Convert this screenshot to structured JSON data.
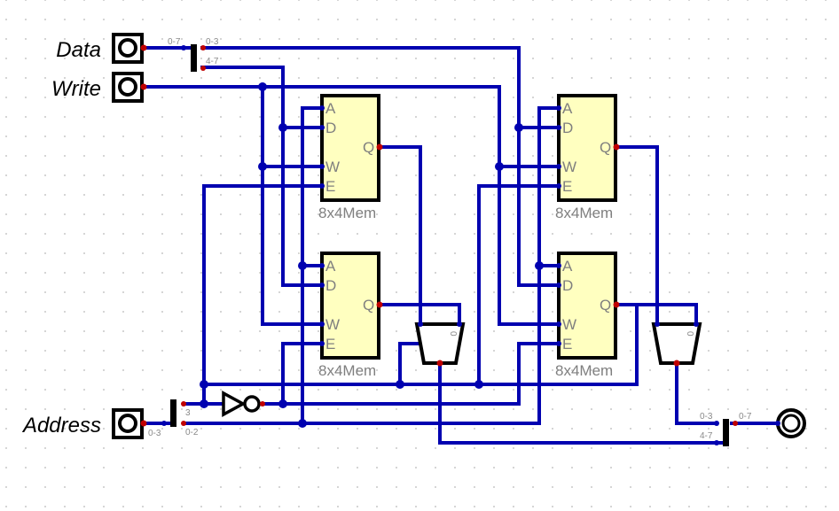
{
  "inputs": {
    "data": {
      "label": "Data"
    },
    "write": {
      "label": "Write"
    },
    "address": {
      "label": "Address"
    }
  },
  "splitters": {
    "data_split": {
      "in": "0-7",
      "out_low": "0-3",
      "out_high": "4-7"
    },
    "address_split": {
      "in": "0-3",
      "out_high": "3",
      "out_low": "0-2"
    },
    "output_merge": {
      "in_low": "0-3",
      "in_high": "4-7",
      "out": "0-7"
    }
  },
  "memories": [
    {
      "name": "8x4Mem",
      "pins": {
        "a": "A",
        "d": "D",
        "w": "W",
        "e": "E",
        "q": "Q"
      }
    },
    {
      "name": "8x4Mem",
      "pins": {
        "a": "A",
        "d": "D",
        "w": "W",
        "e": "E",
        "q": "Q"
      }
    },
    {
      "name": "8x4Mem",
      "pins": {
        "a": "A",
        "d": "D",
        "w": "W",
        "e": "E",
        "q": "Q"
      }
    },
    {
      "name": "8x4Mem",
      "pins": {
        "a": "A",
        "d": "D",
        "w": "W",
        "e": "E",
        "q": "Q"
      }
    }
  ],
  "muxes": [
    {
      "select_label": "0"
    },
    {
      "select_label": "0"
    }
  ],
  "colors": {
    "wire": "#0000b0",
    "memory_fill": "#ffffc0",
    "pin_dot": "#c00000"
  }
}
